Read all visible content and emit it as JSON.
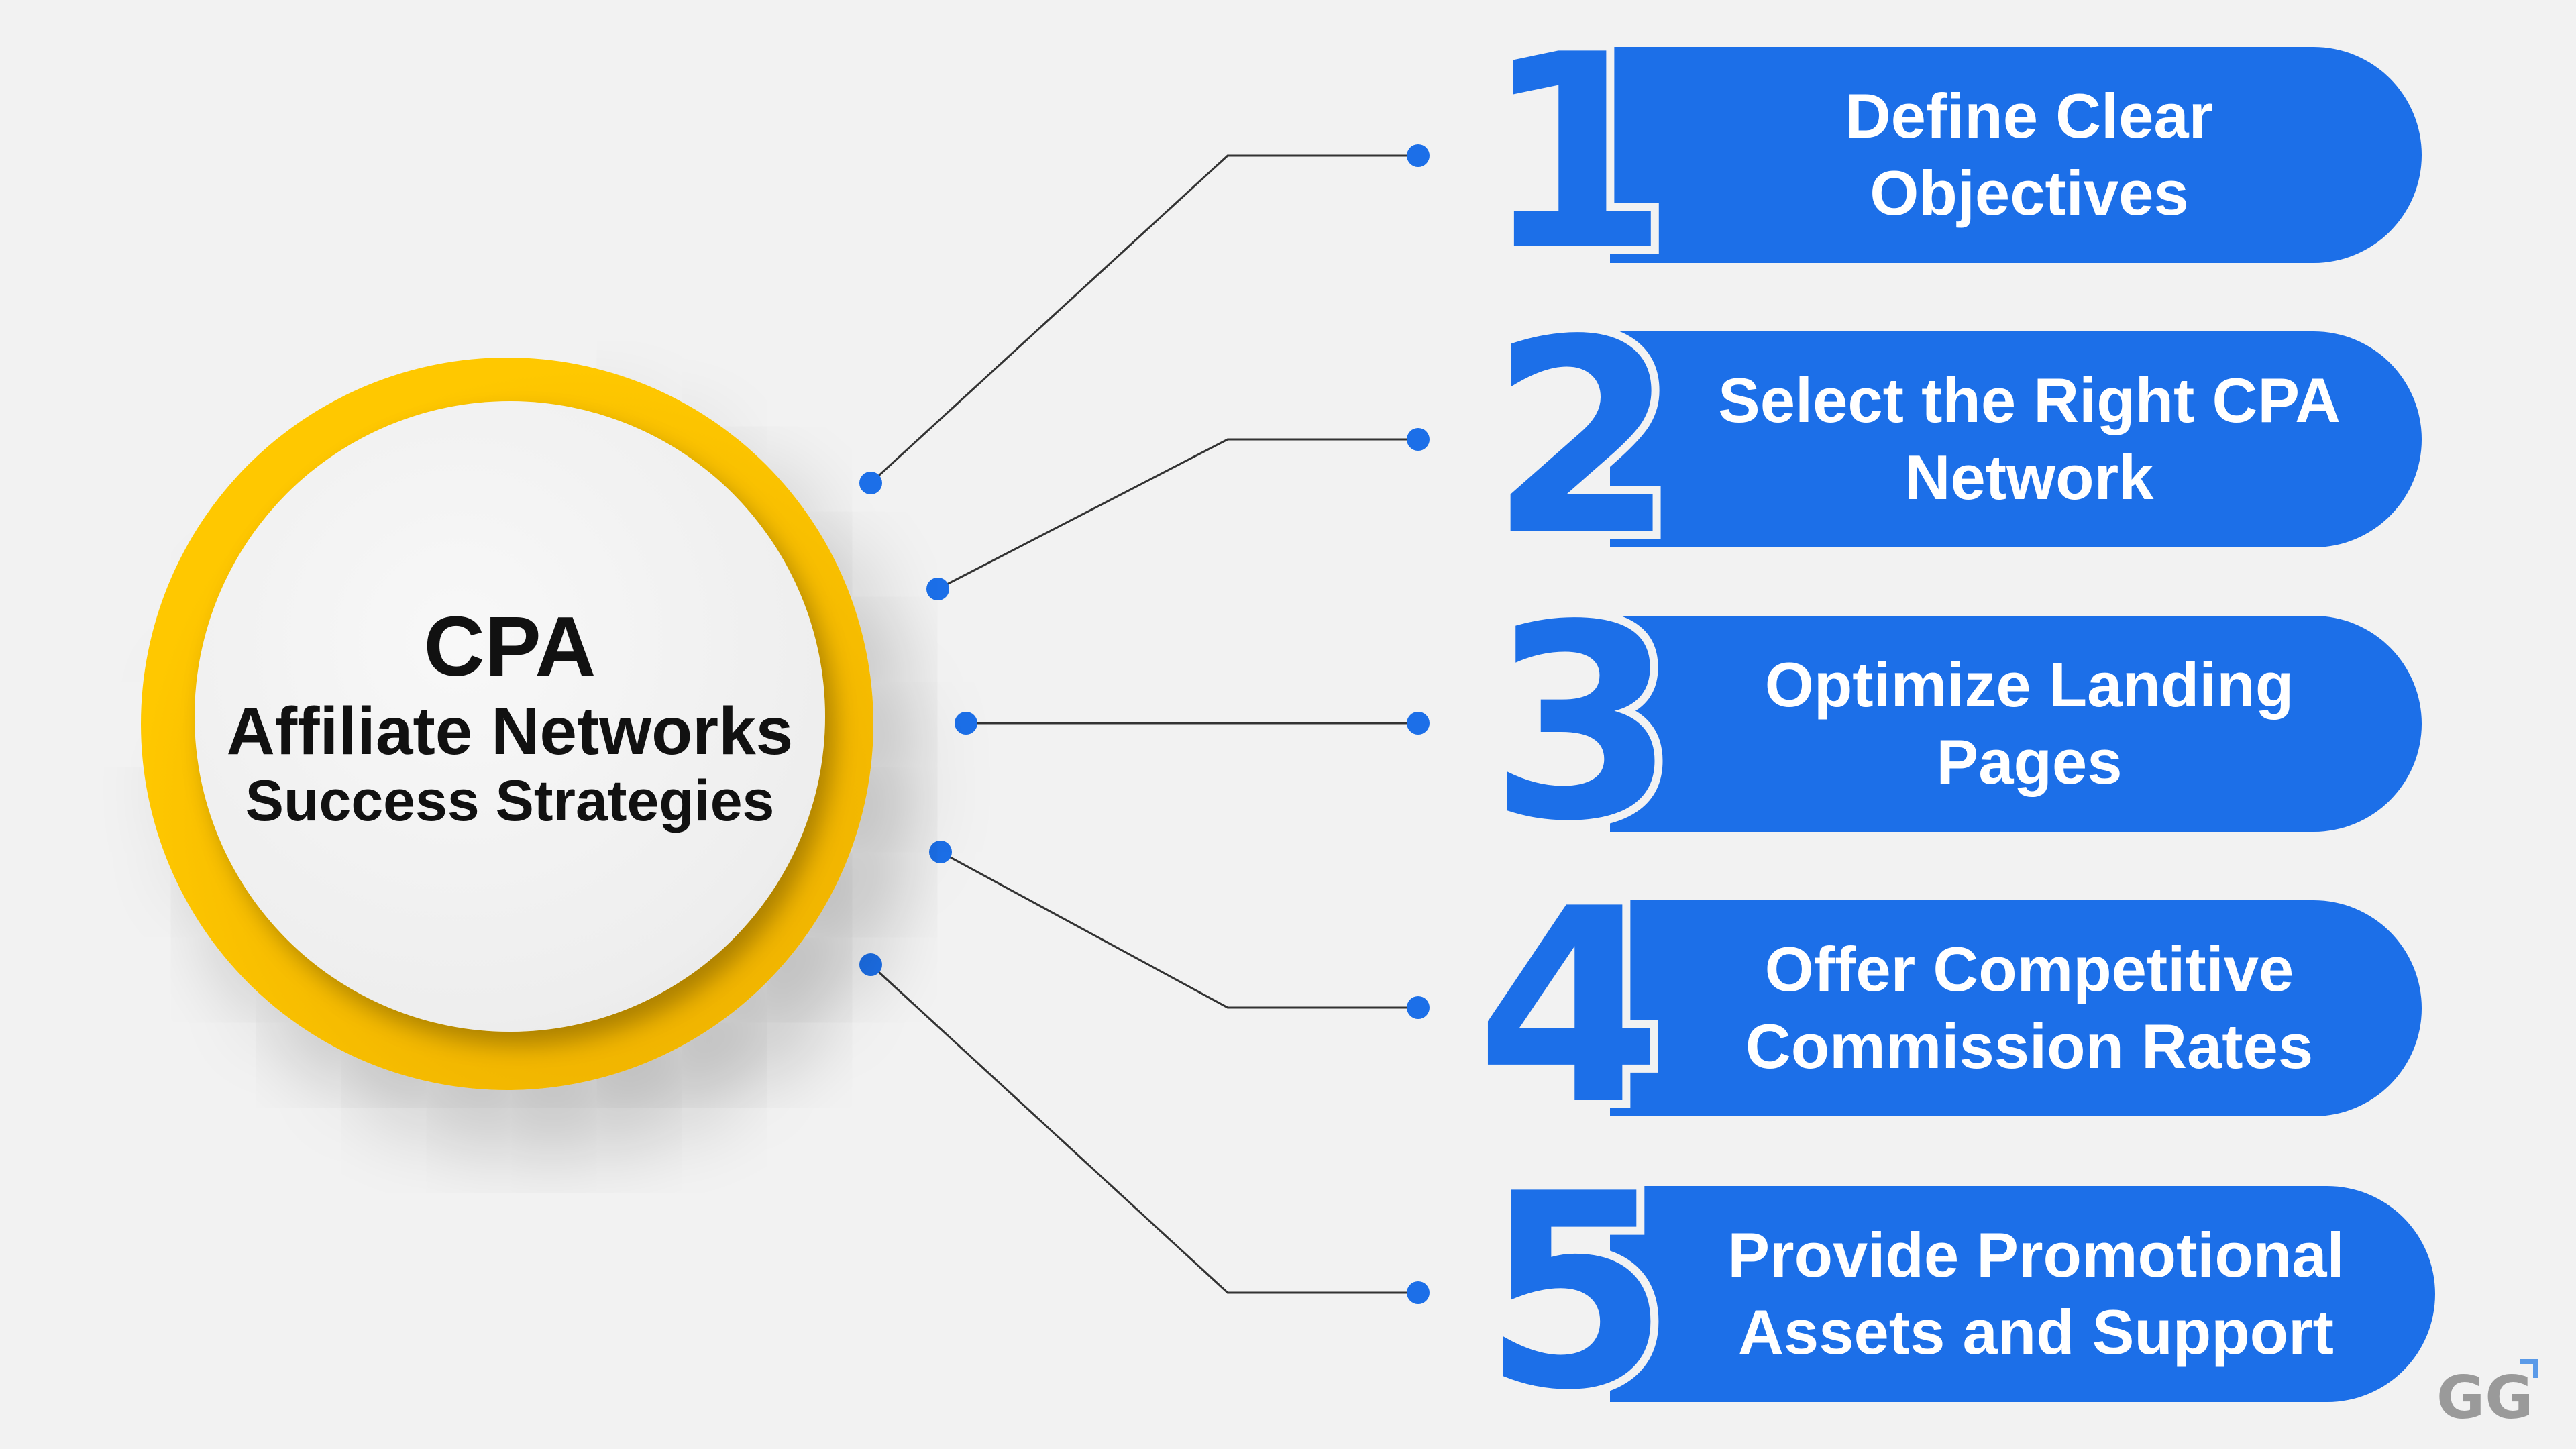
{
  "center": {
    "line1": "CPA",
    "line2": "Affiliate Networks",
    "line3": "Success Strategies"
  },
  "steps": [
    {
      "number": "1",
      "label": "Define Clear Objectives"
    },
    {
      "number": "2",
      "label": "Select the Right CPA Network"
    },
    {
      "number": "3",
      "label": "Optimize Landing Pages"
    },
    {
      "number": "4",
      "label": "Offer Competitive Commission Rates"
    },
    {
      "number": "5",
      "label": "Provide Promotional Assets and Support"
    }
  ],
  "logo": {
    "text": "GG"
  },
  "colors": {
    "accent_blue": "#1c6fe8",
    "ring_yellow": "#ffc800",
    "background": "#f2f2f2",
    "text_dark": "#111111",
    "logo_gray": "#9a9a9a",
    "logo_blue": "#5a9ae8"
  }
}
